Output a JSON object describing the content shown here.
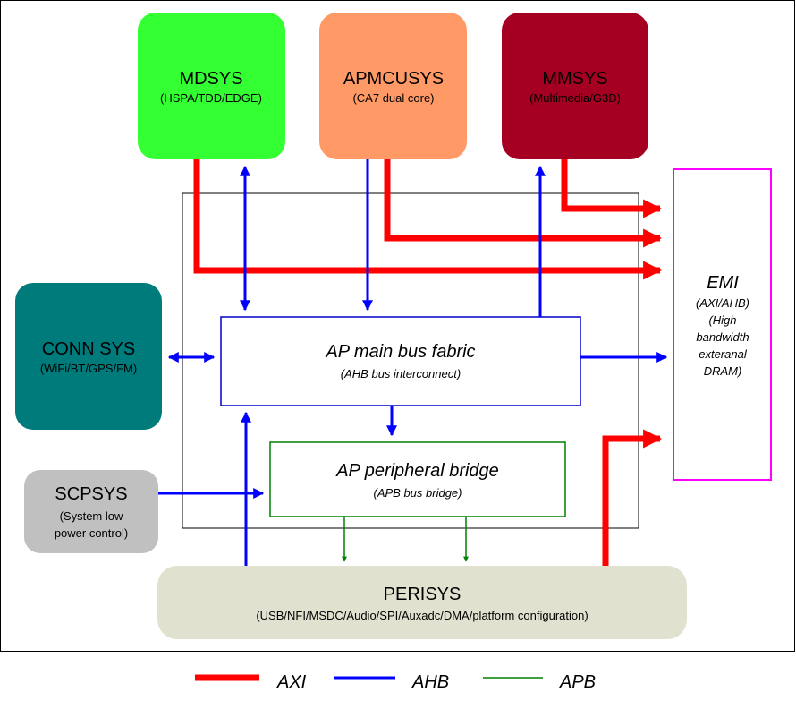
{
  "colors": {
    "axi": "#ff0000",
    "ahb": "#0000ff",
    "apb": "#008000",
    "mdsys_fill": "#33ff33",
    "apmcusys_fill": "#ff9966",
    "mmsys_fill": "#a50021",
    "connsys_fill": "#007b7b",
    "scpsys_fill": "#c0c0c0",
    "perisys_fill": "#e1e1d0",
    "emi_border": "#ff00ff",
    "fabric_border": "#0000cc",
    "bridge_border": "#008000"
  },
  "blocks": {
    "mdsys": {
      "title": "MDSYS",
      "subtitle": "(HSPA/TDD/EDGE)"
    },
    "apmcusys": {
      "title": "APMCUSYS",
      "subtitle": "(CA7 dual core)"
    },
    "mmsys": {
      "title": "MMSYS",
      "subtitle": "(Multimedia/G3D)"
    },
    "connsys": {
      "title": "CONN SYS",
      "subtitle": "(WiFi/BT/GPS/FM)"
    },
    "scpsys": {
      "title": "SCPSYS",
      "line1": "(System low",
      "line2": "power control)"
    },
    "perisys": {
      "title": "PERISYS",
      "subtitle": "(USB/NFI/MSDC/Audio/SPI/Auxadc/DMA/platform configuration)"
    },
    "emi": {
      "title": "EMI",
      "lines": [
        "(AXI/AHB)",
        "(High",
        "bandwidth",
        "exteranal",
        "DRAM)"
      ]
    },
    "ap_main_bus": {
      "title": "AP main bus fabric",
      "subtitle": "(AHB bus interconnect)"
    },
    "ap_peripheral_bridge": {
      "title": "AP peripheral bridge",
      "subtitle": "(APB bus bridge)"
    }
  },
  "legend": {
    "axi_label": "AXI",
    "ahb_label": "AHB",
    "apb_label": "APB"
  }
}
